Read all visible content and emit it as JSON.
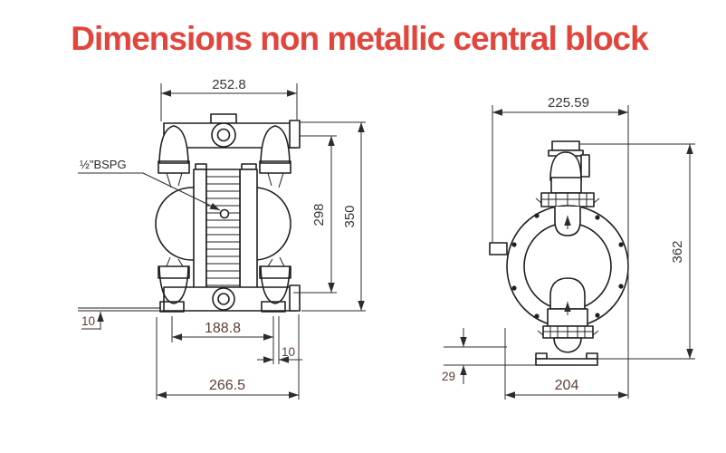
{
  "title": "Dimensions non metallic central block",
  "colors": {
    "title_red": "#e2453c",
    "line": "#1f1f1f",
    "dim_text_dark": "#3a3336",
    "dim_text_brown": "#5f3d36",
    "background": "#ffffff"
  },
  "front_view": {
    "name": "front-view",
    "port_label": "½\"BSPG",
    "dims": {
      "top_width": "252.8",
      "overall_height": "350",
      "body_height": "298",
      "foot_height": "10",
      "foot_spacing": "188.8",
      "pad_width": "10",
      "overall_width": "266.5"
    }
  },
  "side_view": {
    "name": "side-view",
    "dims": {
      "top_width": "225.59",
      "overall_height": "362",
      "base_height": "29",
      "base_width": "204"
    }
  }
}
